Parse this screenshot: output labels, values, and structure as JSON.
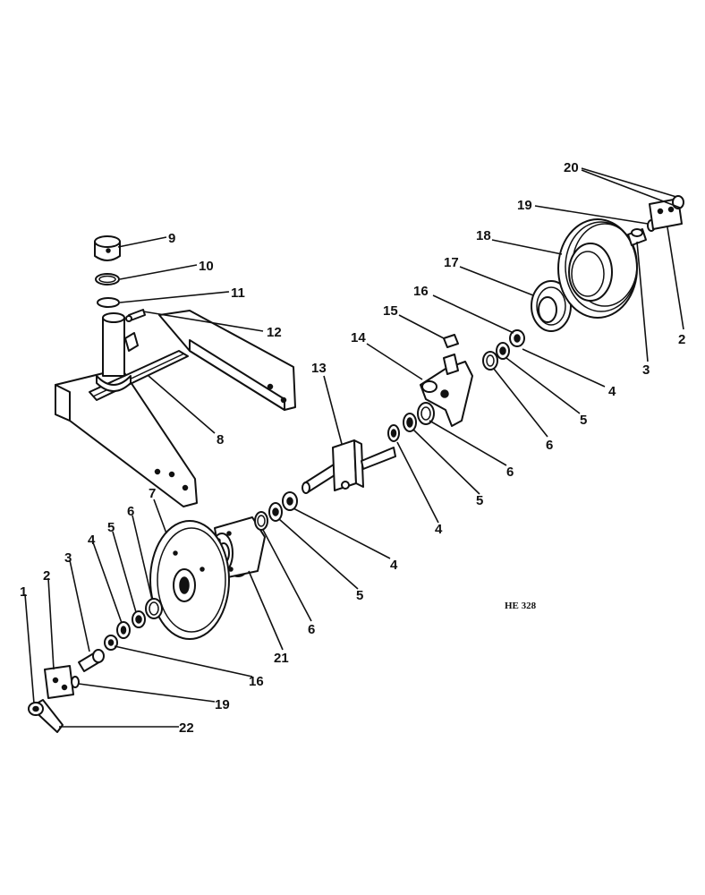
{
  "drawing_code": "HE 328",
  "callouts": [
    {
      "id": "c9",
      "num": "9"
    },
    {
      "id": "c10",
      "num": "10"
    },
    {
      "id": "c11",
      "num": "11"
    },
    {
      "id": "c12",
      "num": "12"
    },
    {
      "id": "c8",
      "num": "8"
    },
    {
      "id": "c13",
      "num": "13"
    },
    {
      "id": "c14",
      "num": "14"
    },
    {
      "id": "c15",
      "num": "15"
    },
    {
      "id": "c16a",
      "num": "16"
    },
    {
      "id": "c17",
      "num": "17"
    },
    {
      "id": "c18",
      "num": "18"
    },
    {
      "id": "c19a",
      "num": "19"
    },
    {
      "id": "c20",
      "num": "20"
    },
    {
      "id": "c2a",
      "num": "2"
    },
    {
      "id": "c3a",
      "num": "3"
    },
    {
      "id": "c4a",
      "num": "4"
    },
    {
      "id": "c5a",
      "num": "5"
    },
    {
      "id": "c6a",
      "num": "6"
    },
    {
      "id": "c6b",
      "num": "6"
    },
    {
      "id": "c5b",
      "num": "5"
    },
    {
      "id": "c4b",
      "num": "4"
    },
    {
      "id": "c4c",
      "num": "4"
    },
    {
      "id": "c5c",
      "num": "5"
    },
    {
      "id": "c6c",
      "num": "6"
    },
    {
      "id": "c21",
      "num": "21"
    },
    {
      "id": "c7",
      "num": "7"
    },
    {
      "id": "c6d",
      "num": "6"
    },
    {
      "id": "c5d",
      "num": "5"
    },
    {
      "id": "c4d",
      "num": "4"
    },
    {
      "id": "c3b",
      "num": "3"
    },
    {
      "id": "c2b",
      "num": "2"
    },
    {
      "id": "c1",
      "num": "1"
    },
    {
      "id": "c16b",
      "num": "16"
    },
    {
      "id": "c19b",
      "num": "19"
    },
    {
      "id": "c22",
      "num": "22"
    }
  ]
}
